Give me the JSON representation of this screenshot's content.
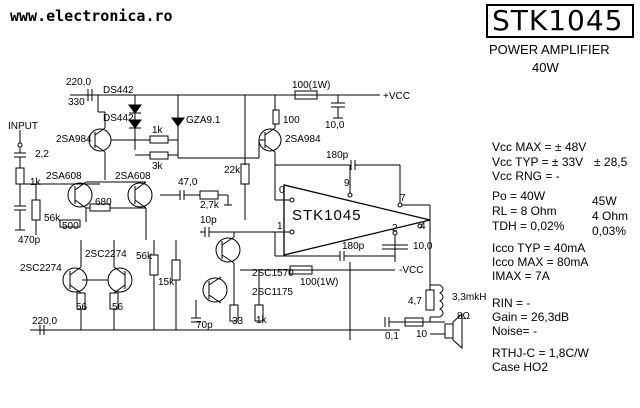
{
  "site": "www.electronica.ro",
  "title": "STK1045",
  "subtitle": "POWER AMPLIFIER",
  "power": "40W",
  "chip_label": "STK1045",
  "labels": {
    "input": "INPUT",
    "vcc_pos": "+VCC",
    "vcc_neg": "-VCC",
    "c_220_top": "220,0",
    "r_330": "330",
    "ds442_a": "DS442",
    "ds442_b": "DS442",
    "gza": "GZA9.1",
    "r_1k_top": "1k",
    "r_3k": "3k",
    "r_100_1w_top": "100(1W)",
    "r_100": "100",
    "c_10_top": "10,0",
    "q_2sa984_l": "2SA984",
    "q_2sa984_r": "2SA984",
    "c_180p_top": "180p",
    "r_22k": "22k",
    "c_2_2": "2,2",
    "r_1k_in": "1k",
    "q_2sa608_l": "2SA608",
    "q_2sa608_r": "2SA608",
    "c_47": "47,0",
    "r_2_7k": "2,7k",
    "r_680": "680",
    "r_500": "500",
    "r_56k": "56k",
    "c_470p": "470p",
    "c_10p": "10p",
    "pin0": "0",
    "pin9": "9",
    "pin1": "1",
    "pin7": "7",
    "pin2": "2",
    "pin4": "4",
    "c_10_0_r": "10,0",
    "c_180p_bot": "180p",
    "q_2sc2274_l": "2SC2274",
    "q_2sc2274_m": "2SC2274",
    "r_56k_b": "56k",
    "r_15k": "15k",
    "q_2sc1570": "2SC1570",
    "q_2sc1175": "2SC1175",
    "r_100_1w_bot": "100(1W)",
    "r_56_l": "56",
    "r_56_m": "56",
    "c_70p": "70p",
    "r_33": "33",
    "r_1k_bot": "1k",
    "c_220_bot": "220,0",
    "r_4_7": "4,7",
    "l_3_3mh": "3,3mkH",
    "speaker": "8Ω",
    "c_0_1": "0,1",
    "r_10": "10"
  },
  "specs": {
    "vcc_max": "Vcc MAX = ± 48V",
    "vcc_typ": "Vcc TYP = ± 33V",
    "vcc_typ_alt": "± 28,5",
    "vcc_rng": "Vcc RNG = -",
    "po": "Po  = 40W",
    "po_alt": "45W",
    "rl": "RL  = 8 Ohm",
    "rl_alt": "4  Ohm",
    "tdh": "TDH = 0,02%",
    "tdh_alt": "0,03%",
    "icco_typ": "Icco TYP = 40mA",
    "icco_max": "Icco MAX = 80mA",
    "imax": "IMAX  =    7A",
    "rin": "RIN  =  -",
    "gain": "Gain  =  26,3dB",
    "noise": "Noise=   -",
    "rthj": "RTHJ-C = 1,8C/W",
    "case": "Case       HO2"
  }
}
